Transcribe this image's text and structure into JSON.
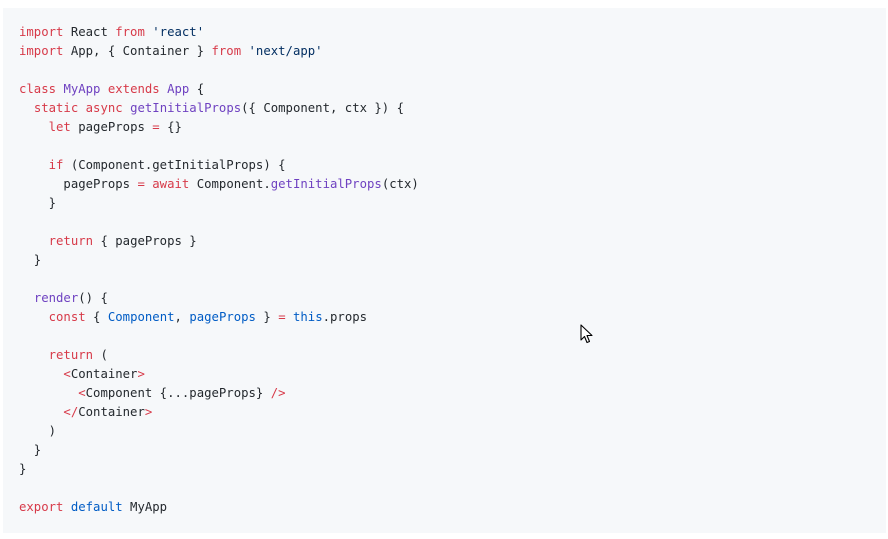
{
  "code": {
    "lines": [
      [
        {
          "t": "import",
          "c": "kw"
        },
        {
          "t": " React "
        },
        {
          "t": "from",
          "c": "kw"
        },
        {
          "t": " "
        },
        {
          "t": "'react'",
          "c": "str"
        }
      ],
      [
        {
          "t": "import",
          "c": "kw"
        },
        {
          "t": " App, { Container } "
        },
        {
          "t": "from",
          "c": "kw"
        },
        {
          "t": " "
        },
        {
          "t": "'next/app'",
          "c": "str"
        }
      ],
      [],
      [
        {
          "t": "class",
          "c": "kw"
        },
        {
          "t": " "
        },
        {
          "t": "MyApp",
          "c": "fn"
        },
        {
          "t": " "
        },
        {
          "t": "extends",
          "c": "kw"
        },
        {
          "t": " "
        },
        {
          "t": "App",
          "c": "fn"
        },
        {
          "t": " {"
        }
      ],
      [
        {
          "t": "  "
        },
        {
          "t": "static",
          "c": "kw"
        },
        {
          "t": " "
        },
        {
          "t": "async",
          "c": "kw"
        },
        {
          "t": " "
        },
        {
          "t": "getInitialProps",
          "c": "fn"
        },
        {
          "t": "({ Component, ctx }) {"
        }
      ],
      [
        {
          "t": "    "
        },
        {
          "t": "let",
          "c": "kw"
        },
        {
          "t": " pageProps "
        },
        {
          "t": "=",
          "c": "kw"
        },
        {
          "t": " {}"
        }
      ],
      [],
      [
        {
          "t": "    "
        },
        {
          "t": "if",
          "c": "kw"
        },
        {
          "t": " (Component.getInitialProps) {"
        }
      ],
      [
        {
          "t": "      pageProps "
        },
        {
          "t": "=",
          "c": "kw"
        },
        {
          "t": " "
        },
        {
          "t": "await",
          "c": "kw"
        },
        {
          "t": " Component."
        },
        {
          "t": "getInitialProps",
          "c": "fn"
        },
        {
          "t": "(ctx)"
        }
      ],
      [
        {
          "t": "    }"
        }
      ],
      [],
      [
        {
          "t": "    "
        },
        {
          "t": "return",
          "c": "kw"
        },
        {
          "t": " { pageProps }"
        }
      ],
      [
        {
          "t": "  }"
        }
      ],
      [],
      [
        {
          "t": "  "
        },
        {
          "t": "render",
          "c": "fn"
        },
        {
          "t": "() {"
        }
      ],
      [
        {
          "t": "    "
        },
        {
          "t": "const",
          "c": "kw"
        },
        {
          "t": " { "
        },
        {
          "t": "Component",
          "c": "cons"
        },
        {
          "t": ", "
        },
        {
          "t": "pageProps",
          "c": "cons"
        },
        {
          "t": " } "
        },
        {
          "t": "=",
          "c": "kw"
        },
        {
          "t": " "
        },
        {
          "t": "this",
          "c": "cons"
        },
        {
          "t": ".props"
        }
      ],
      [],
      [
        {
          "t": "    "
        },
        {
          "t": "return",
          "c": "kw"
        },
        {
          "t": " ("
        }
      ],
      [
        {
          "t": "      "
        },
        {
          "t": "<",
          "c": "kw"
        },
        {
          "t": "Container"
        },
        {
          "t": ">",
          "c": "kw"
        }
      ],
      [
        {
          "t": "        "
        },
        {
          "t": "<",
          "c": "kw"
        },
        {
          "t": "Component {...pageProps} "
        },
        {
          "t": "/>",
          "c": "kw"
        }
      ],
      [
        {
          "t": "      "
        },
        {
          "t": "</",
          "c": "kw"
        },
        {
          "t": "Container"
        },
        {
          "t": ">",
          "c": "kw"
        }
      ],
      [
        {
          "t": "    )"
        }
      ],
      [
        {
          "t": "  }"
        }
      ],
      [
        {
          "t": "}"
        }
      ],
      [],
      [
        {
          "t": "export",
          "c": "kw"
        },
        {
          "t": " "
        },
        {
          "t": "default",
          "c": "cons"
        },
        {
          "t": " MyApp"
        }
      ]
    ]
  },
  "icons": {
    "cursor": "mouse-pointer-icon"
  }
}
